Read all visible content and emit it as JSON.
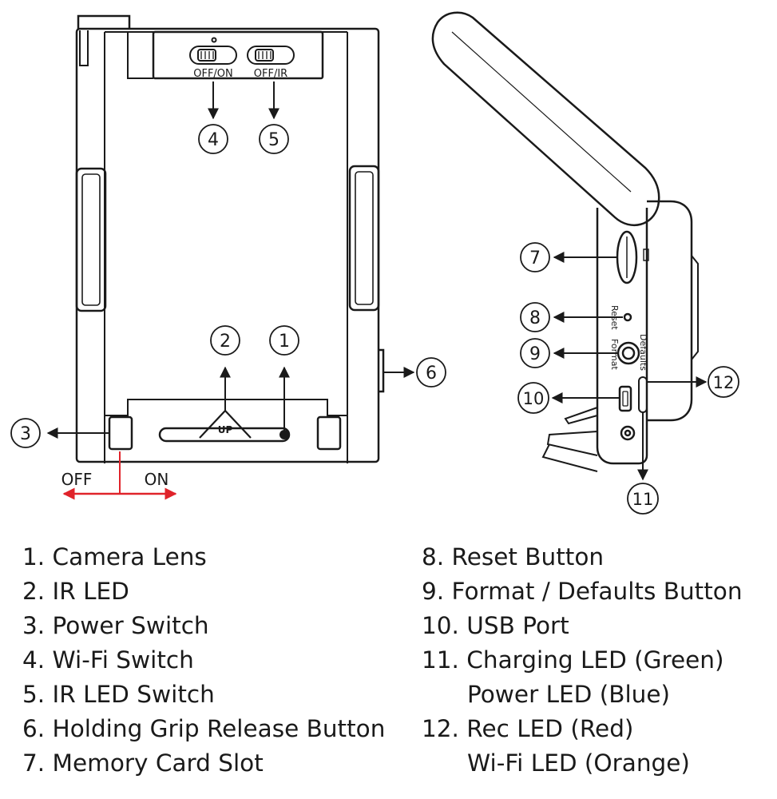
{
  "switch_labels": {
    "wifi_switch": "OFF/ON",
    "ir_switch": "OFF/IR",
    "up_arrow": "UP",
    "power_off": "OFF",
    "power_on": "ON",
    "reset": "Reset",
    "format": "Format",
    "defaults": "Defaults"
  },
  "callouts": [
    "1",
    "2",
    "3",
    "4",
    "5",
    "6",
    "7",
    "8",
    "9",
    "10",
    "11",
    "12"
  ],
  "colors": {
    "power_arrow": "#e0232a",
    "line": "#1a1a1a"
  },
  "legend_left": [
    {
      "text": "1. Camera Lens"
    },
    {
      "text": "2. IR LED"
    },
    {
      "text": "3. Power Switch"
    },
    {
      "text": "4. Wi-Fi Switch"
    },
    {
      "text": "5. IR LED Switch"
    },
    {
      "text": "6. Holding Grip Release Button"
    },
    {
      "text": "7. Memory Card Slot"
    }
  ],
  "legend_right": [
    {
      "text": "8. Reset Button"
    },
    {
      "text": "9. Format / Defaults Button"
    },
    {
      "text": "10. USB Port"
    },
    {
      "text": "11. Charging LED (Green)",
      "cont": "Power LED (Blue)"
    },
    {
      "text": "12. Rec LED (Red)",
      "cont": "Wi-Fi LED (Orange)"
    }
  ]
}
